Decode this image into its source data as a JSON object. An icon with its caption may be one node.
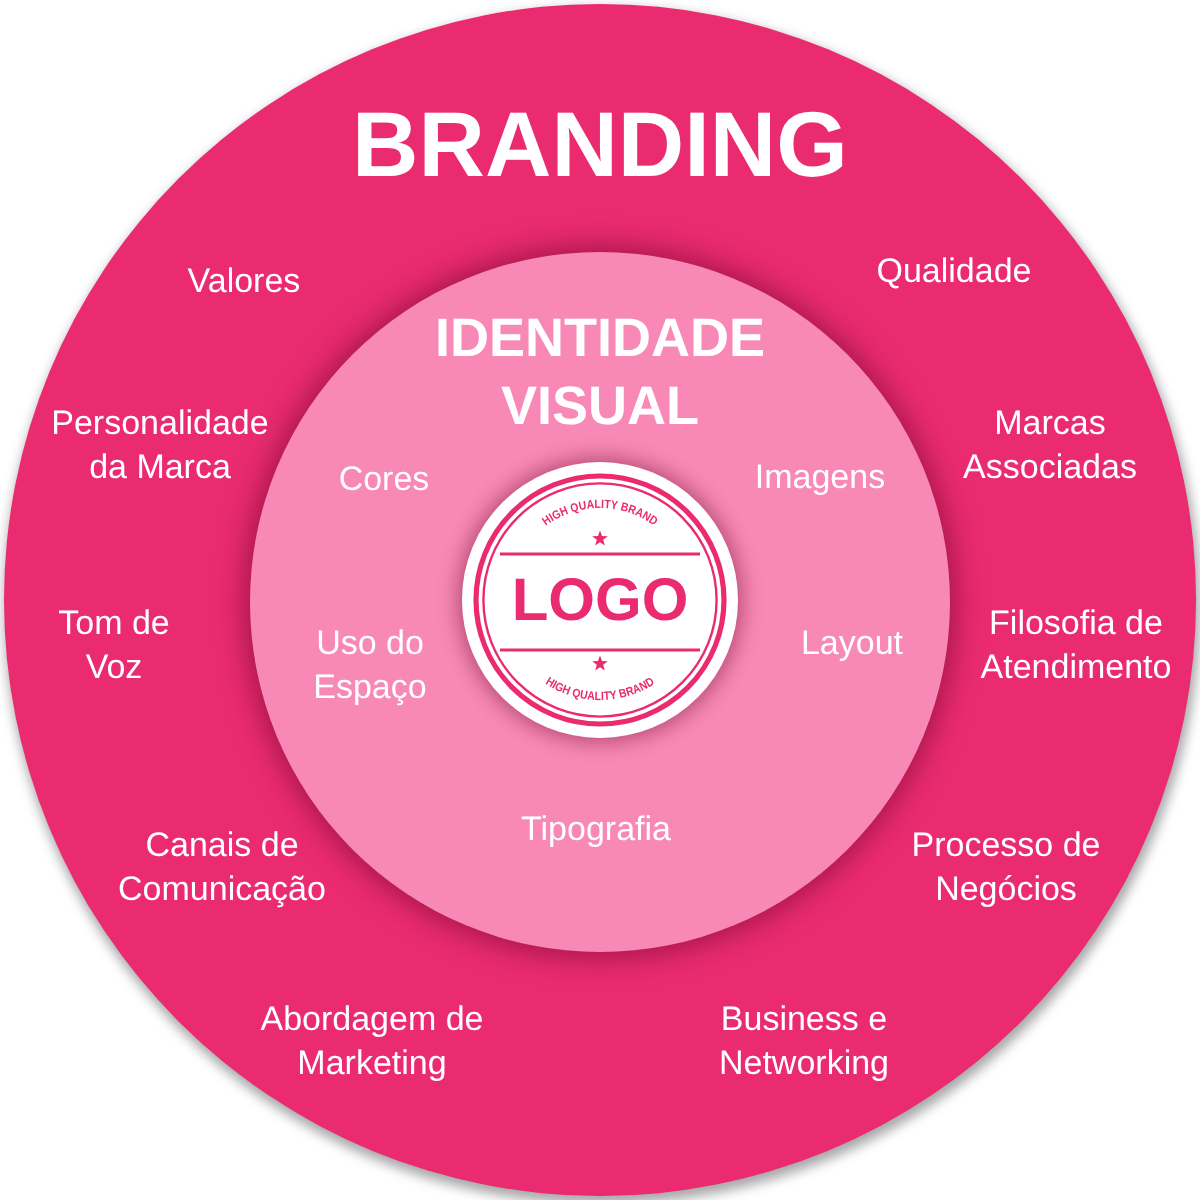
{
  "diagram": {
    "nodes": [
      {
        "text": [
          "BRANDING",
          "Valores",
          "Qualidade",
          "Personalidade da Marca",
          "Marcas Associadas",
          "Tom de Voz",
          "Filosofia de Atendimento",
          "Canais de Comunicação",
          "Processo de Negócios",
          "Abordagem de Marketing",
          "Business e Networking"
        ]
      },
      {
        "text": [
          "IDENTIDADE VISUAL",
          "Cores",
          "Imagens",
          "Uso do Espaço",
          "Layout",
          "Tipografia"
        ],
        "in": 0
      },
      {
        "text": [
          "HIGH QUALITY BRAND",
          "LOGO",
          "HIGH QUALITY BRAND"
        ],
        "in": 1
      }
    ]
  }
}
